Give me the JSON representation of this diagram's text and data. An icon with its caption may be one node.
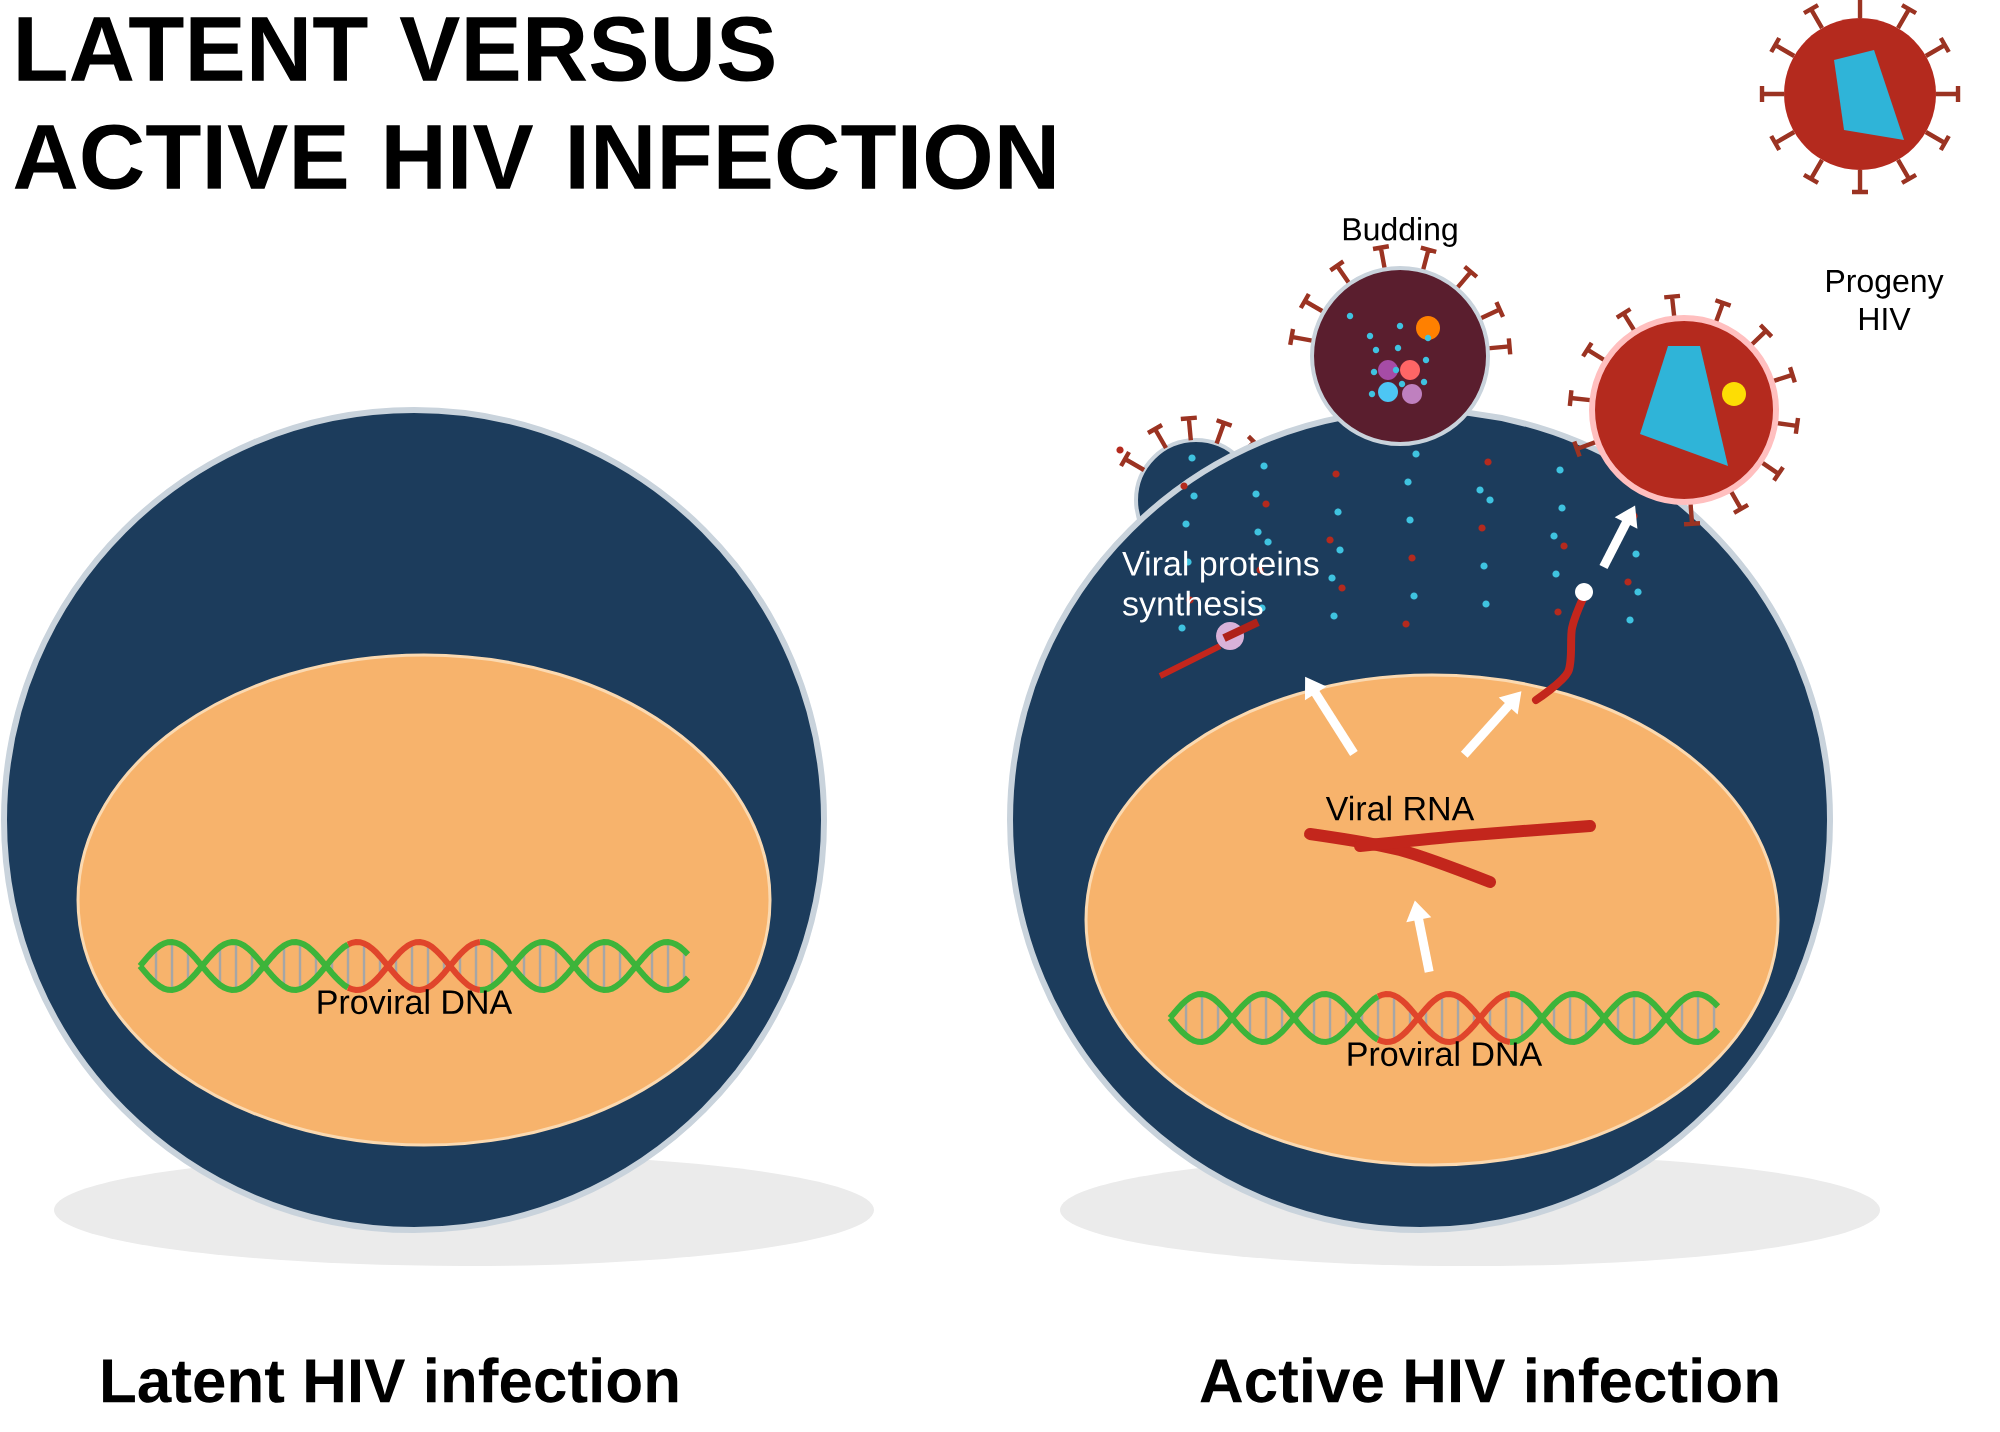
{
  "diagram": {
    "title": "LATENT VERSUS ACTIVE HIV INFECTION",
    "nodes": [
      {
        "text": [
          "Latent HIV infection"
        ]
      },
      {
        "text": [],
        "shape": "ellipse",
        "in": 0
      },
      {
        "text": [
          "Proviral DNA"
        ],
        "in": 1
      },
      {
        "text": [
          "Active HIV infection"
        ]
      },
      {
        "text": [],
        "shape": "circle",
        "beside": [
          "Budding"
        ]
      },
      {
        "text": [],
        "shape": "circle"
      },
      {
        "text": [
          "Viral proteins synthesis"
        ],
        "in": 3
      },
      {
        "text": [],
        "shape": "picture",
        "in": 3
      },
      {
        "text": [],
        "shape": "ellipse",
        "in": 3
      },
      {
        "text": [
          "Viral RNA"
        ],
        "in": 8
      },
      {
        "text": [
          "Proviral DNA"
        ],
        "in": 8
      },
      {
        "text": [
          "Progeny HIV"
        ]
      }
    ],
    "edges": [
      {
        "from": 10,
        "to": 9,
        "arrow": "to"
      },
      {
        "from": 9,
        "to": 6,
        "arrow": "to"
      },
      {
        "from": 9,
        "to": 7,
        "arrow": "to"
      },
      {
        "from": 7,
        "to": 5,
        "arrow": "to"
      }
    ]
  }
}
